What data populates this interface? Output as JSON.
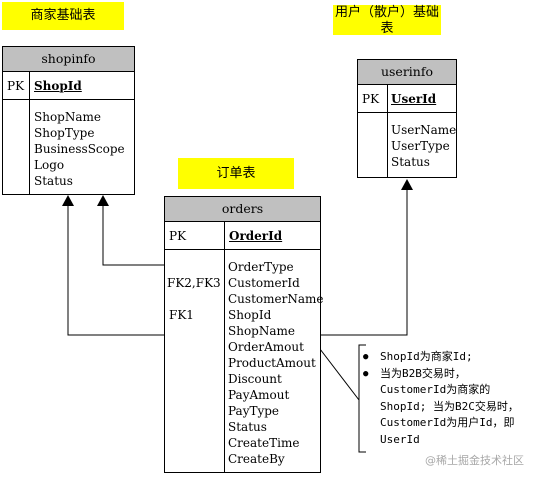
{
  "labels": {
    "shop_title": "商家基础表",
    "user_title_line1": "用户（散户）基础",
    "user_title_line2": "表",
    "order_title": "订单表"
  },
  "shopinfo": {
    "name": "shopinfo",
    "pk_label": "PK",
    "pk_field": "ShopId",
    "fields": [
      "ShopName",
      "ShopType",
      "BusinessScope",
      "Logo",
      "Status"
    ]
  },
  "userinfo": {
    "name": "userinfo",
    "pk_label": "PK",
    "pk_field": "UserId",
    "fields": [
      "UserName",
      "UserType",
      "Status"
    ]
  },
  "orders": {
    "name": "orders",
    "pk_label": "PK",
    "pk_field": "OrderId",
    "key_labels": [
      "FK2,FK3",
      "FK1"
    ],
    "fields": [
      "OrderType",
      "CustomerId",
      "CustomerName",
      "ShopId",
      "ShopName",
      "OrderAmout",
      "ProductAmout",
      "Discount",
      "PayAmout",
      "PayType",
      "Status",
      "CreateTime",
      "CreateBy"
    ]
  },
  "note": {
    "bullet": "●",
    "items": [
      [
        "ShopId为商家Id;"
      ],
      [
        "当为B2B交易时，",
        "CustomerId为商家的",
        "ShopId; 当为B2C交易时，",
        "CustomerId为用户Id，即",
        "UserId"
      ]
    ]
  },
  "watermark": "@稀土掘金技术社区",
  "colors": {
    "label_bg": "#ffff00",
    "header_bg": "#c0c0c0",
    "line": "#000000"
  }
}
